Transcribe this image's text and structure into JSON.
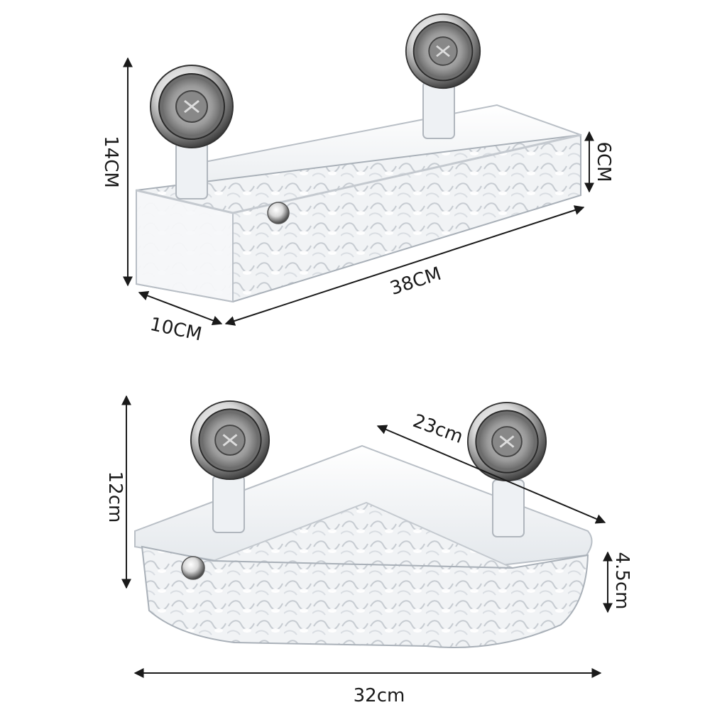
{
  "products": [
    {
      "name": "rectangular-shelf",
      "dimensions": {
        "height": "14CM",
        "depth": "10CM",
        "length": "38CM",
        "wall_height": "6CM"
      }
    },
    {
      "name": "corner-shelf",
      "dimensions": {
        "height": "12cm",
        "side": "23cm",
        "wall_height": "4.5cm",
        "width": "32cm"
      }
    }
  ],
  "colors": {
    "line": "#1a1a1a",
    "chrome_dark": "#3a3a3a",
    "chrome_light": "#e6e6e6",
    "acrylic_edge": "#b9bfc6",
    "acrylic_fill": "#f3f5f7"
  },
  "icons": [
    "suction-cup-icon",
    "knob-icon"
  ]
}
